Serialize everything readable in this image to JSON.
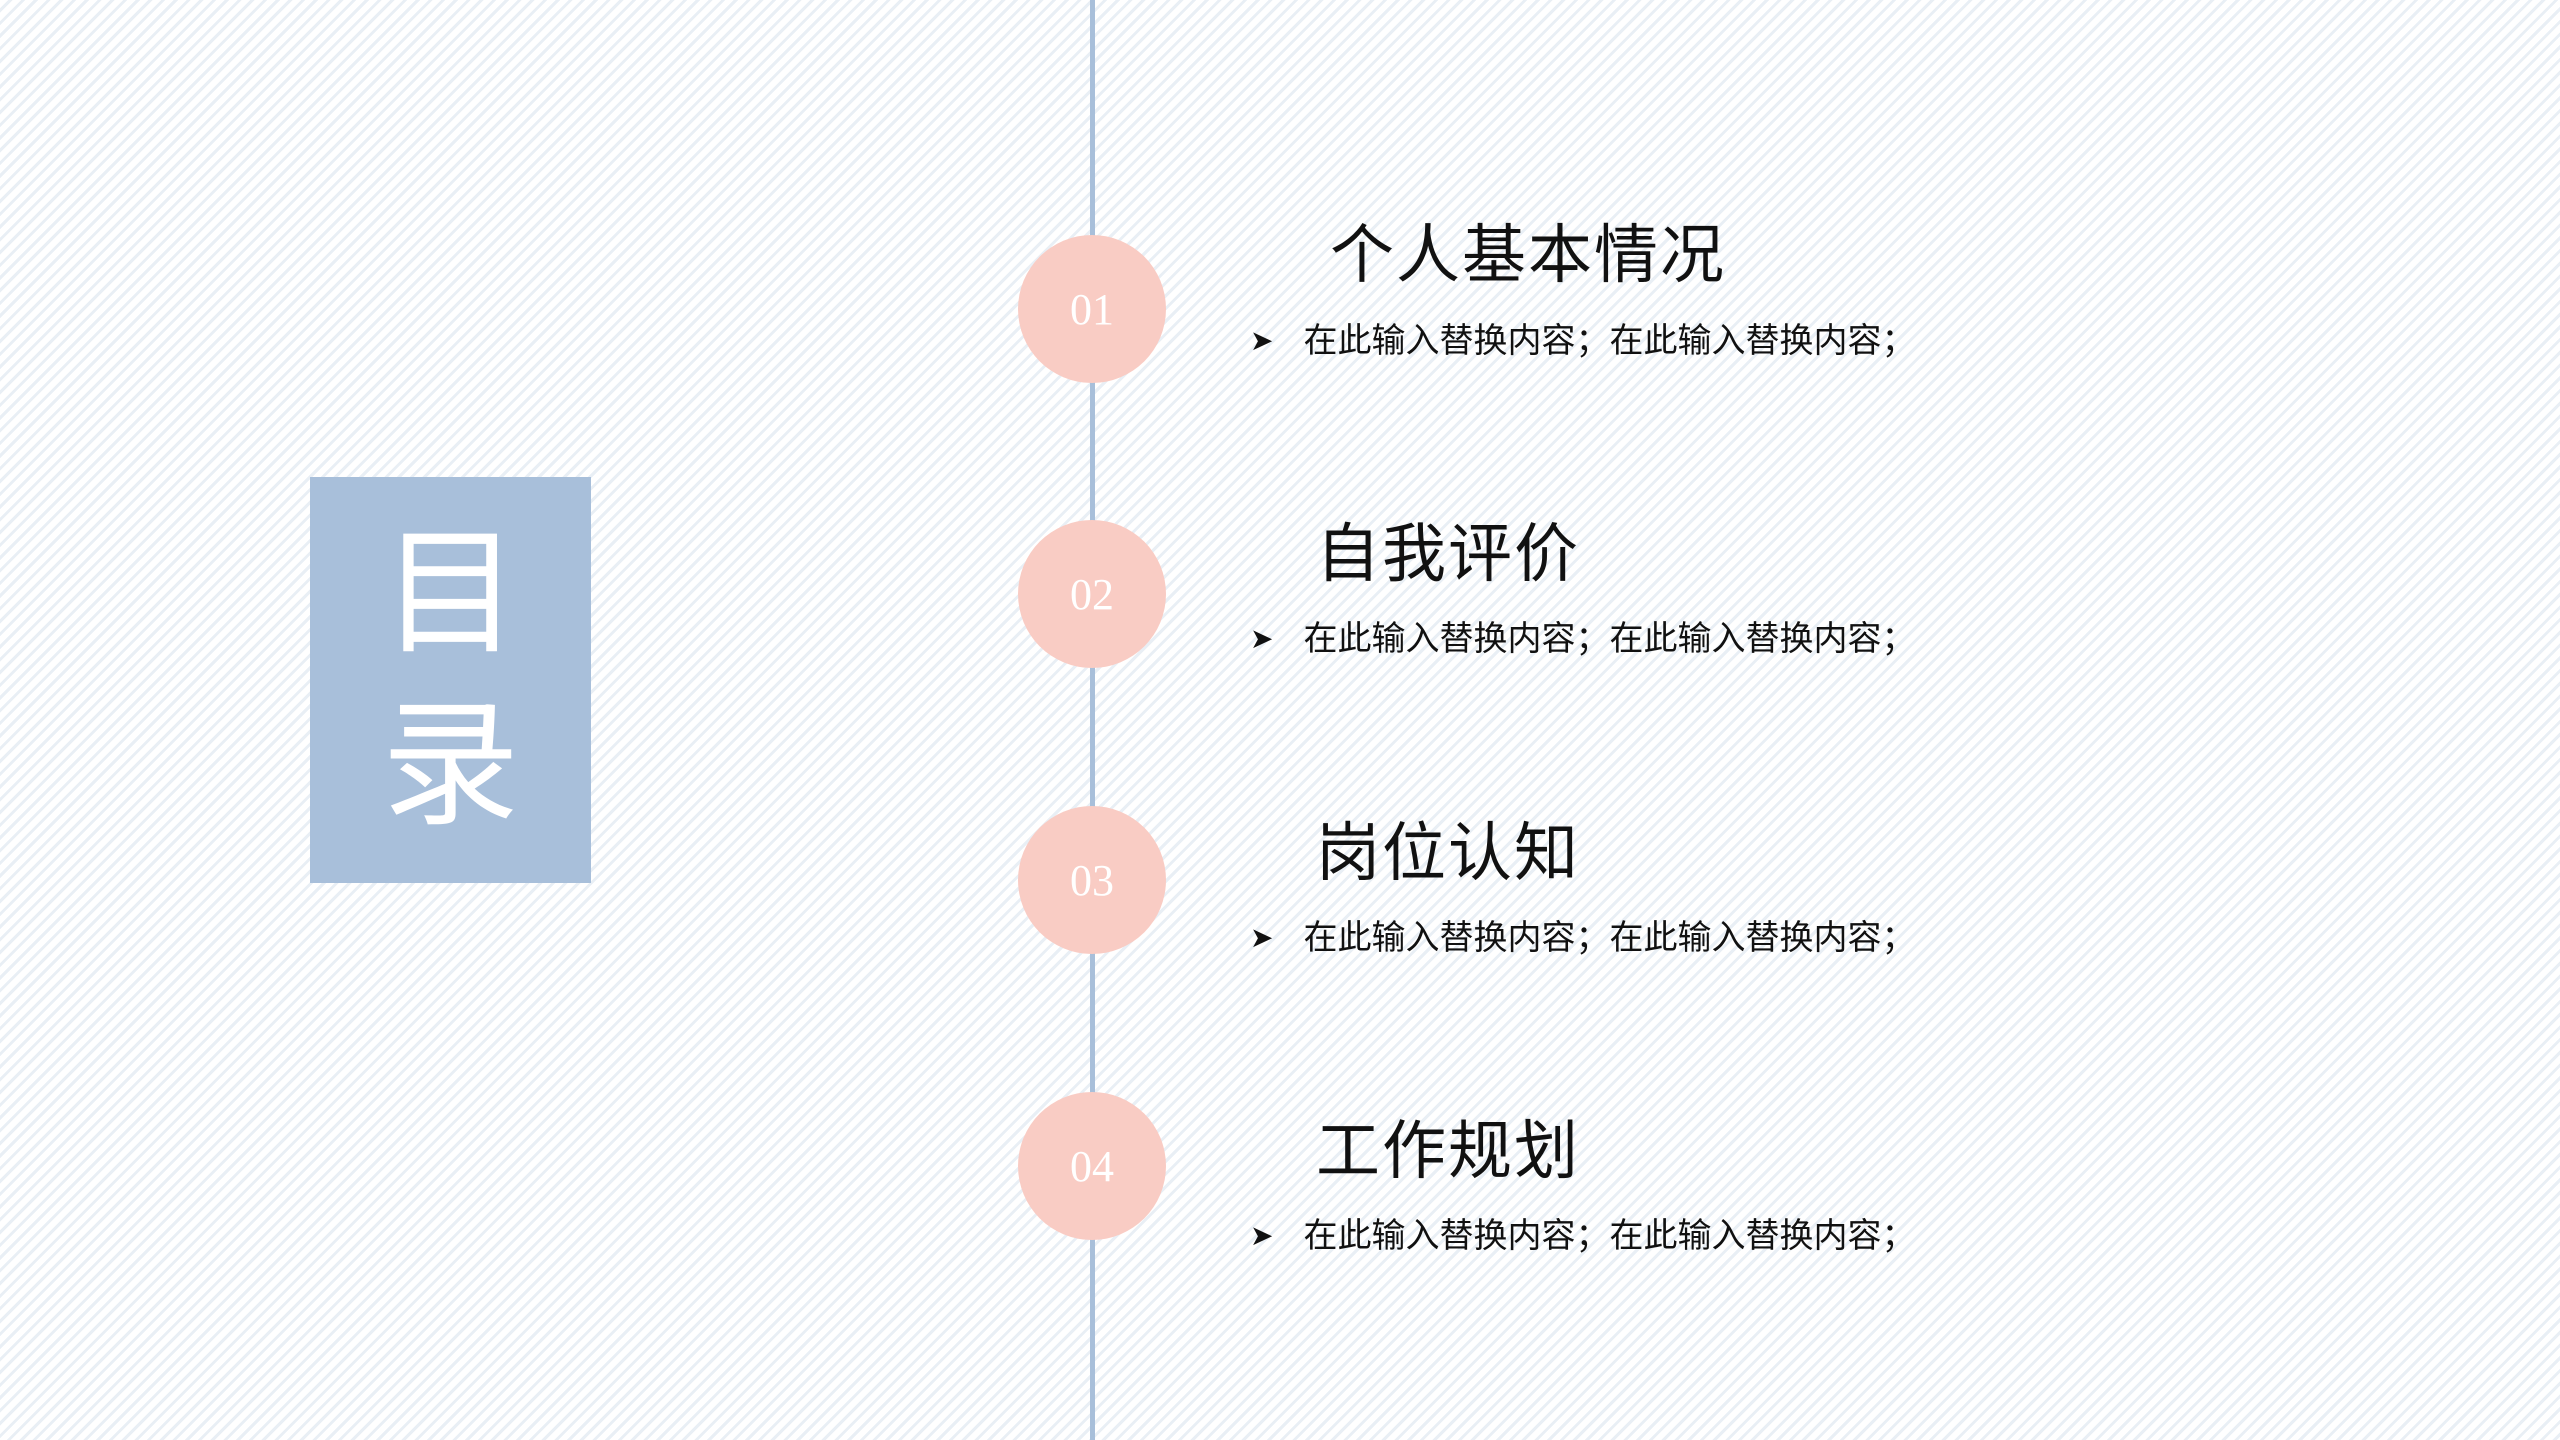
{
  "heading": [
    "目",
    "录"
  ],
  "items": [
    {
      "number": "01",
      "title": "个人基本情况",
      "bullet": "在此输入替换内容；在此输入替换内容；"
    },
    {
      "number": "02",
      "title": "自我评价",
      "bullet": "在此输入替换内容；在此输入替换内容；"
    },
    {
      "number": "03",
      "title": "岗位认知",
      "bullet": "在此输入替换内容；在此输入替换内容；"
    },
    {
      "number": "04",
      "title": "工作规划",
      "bullet": "在此输入替换内容；在此输入替换内容；"
    }
  ],
  "colors": {
    "box": "#a8bfda",
    "circle": "#f9ccc4",
    "line": "#a8bfda"
  },
  "bullet_icon": "arrowhead-icon"
}
